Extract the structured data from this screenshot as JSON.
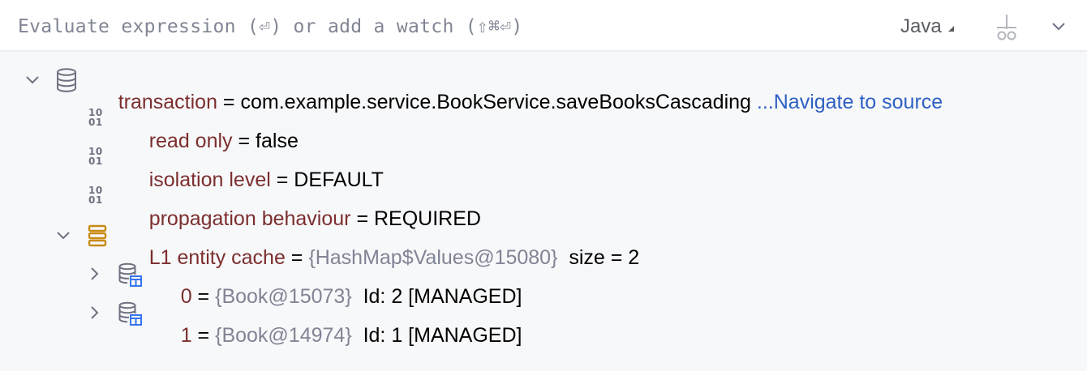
{
  "toolbar": {
    "expression_placeholder": "Evaluate expression (⏎) or add a watch (⇧⌘⏎)",
    "language": "Java",
    "icons": {
      "language_dropdown": "triangle-down-icon",
      "add_watch": "add-watch-glasses-icon",
      "more": "chevron-down-icon"
    }
  },
  "tree": {
    "root": {
      "name": "transaction",
      "eq": " = ",
      "value": "com.example.service.BookService.saveBooksCascading",
      "link": " ...Navigate to source",
      "icon": "database-icon",
      "expanded": true
    },
    "fields": [
      {
        "name": "read only",
        "eq": " = ",
        "value": "false",
        "icon": "binary-field-icon"
      },
      {
        "name": "isolation level",
        "eq": " = ",
        "value": "DEFAULT",
        "icon": "binary-field-icon"
      },
      {
        "name": "propagation behaviour",
        "eq": " = ",
        "value": "REQUIRED",
        "icon": "binary-field-icon"
      }
    ],
    "cache": {
      "name": "L1 entity cache",
      "eq": " = ",
      "ref": "{HashMap$Values@15080}",
      "extra": "  size = 2",
      "icon": "stack-icon",
      "expanded": true,
      "items": [
        {
          "name": "0",
          "eq": " = ",
          "ref": "{Book@15073}",
          "extra": "  Id: 2 [MANAGED]",
          "icon": "entity-table-icon",
          "expanded": false
        },
        {
          "name": "1",
          "eq": " = ",
          "ref": "{Book@14974}",
          "extra": "  Id: 1 [MANAGED]",
          "icon": "entity-table-icon",
          "expanded": false
        }
      ]
    }
  },
  "colors": {
    "name": "#7c2e2e",
    "reference": "#808494",
    "link": "#2e5fc2",
    "stack_icon": "#c98a12",
    "table_badge": "#3574f0"
  }
}
